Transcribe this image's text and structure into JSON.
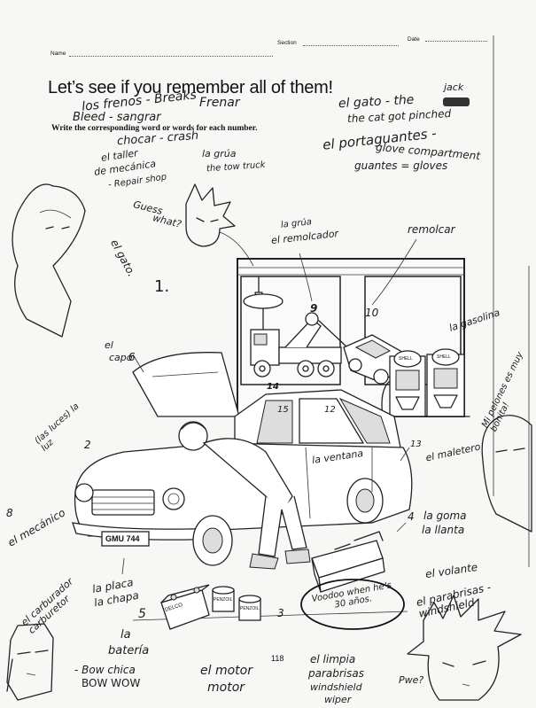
{
  "header": {
    "name_label": "Name",
    "section_label": "Section",
    "date_label": "Date"
  },
  "title": "Let’s see if you remember all of them!",
  "instruction": "Write the corresponding word or words for each number.",
  "page_number": "118",
  "box_labels": {
    "delco": "DELCO",
    "penzoil_1": "PENZOIL",
    "penzoil_2": "PENZOIL",
    "shell_1": "SHELL",
    "shell_2": "SHELL"
  },
  "plate_text": "GMU 744",
  "numbers": {
    "n1": "1.",
    "n2": "2",
    "n3": "3",
    "n4": "4",
    "n5": "5",
    "n6": "6",
    "n8": "8",
    "n9": "9",
    "n10": "10",
    "n12": "12",
    "n13": "13",
    "n14": "14",
    "n15": "15"
  },
  "notes": {
    "frenos": "los frenos - Breaks",
    "frenar": "Frenar",
    "bleed": "Bleed - sangrar",
    "chocar": "chocar - crash",
    "taller_1": "el taller",
    "taller_2": "de mecánica",
    "taller_3": "- Repair shop",
    "grua_top_1": "la grúa",
    "grua_top_2": "the tow truck",
    "gato_1": "el gato - the",
    "gato_jack": "jack",
    "gato_2": "the cat got pinched",
    "porta_1": "el portaguantes -",
    "porta_2": "glove compartment",
    "guantes": "guantes = gloves",
    "guess_1": "Guess",
    "guess_2": "what?",
    "el_gato_side": "el gato.",
    "grua_mid_1": "la grúa",
    "grua_mid_2": "el remolcador",
    "remolcar": "remolcar",
    "gasolina": "la gasolina",
    "capo_1": "el",
    "capo_2": "capó",
    "luces": "(las luces) la luz",
    "ventana": "la ventana",
    "maletero": "el maletero",
    "pelones": "Mi pelones es muy bonita!",
    "mecanico": "el mecánico",
    "goma_1": "la goma",
    "goma_2": "la llanta",
    "carburador": "el carburador carburetor",
    "placa_1": "la placa",
    "placa_2": "la chapa",
    "voodoo": "Voodoo when he’s 30 años.",
    "volante": "el volante",
    "parabrisas": "el parabrisas - windshield",
    "bateria_1": "la",
    "bateria_2": "batería",
    "bowwow_1": "- Bow chica",
    "bowwow_2": "BOW WOW",
    "motor_1": "el motor",
    "motor_2": "motor",
    "limpia_1": "el limpia",
    "limpia_2": "parabrisas",
    "limpia_3": "windshield",
    "limpia_4": "wiper",
    "pwe": "Pwe?"
  }
}
